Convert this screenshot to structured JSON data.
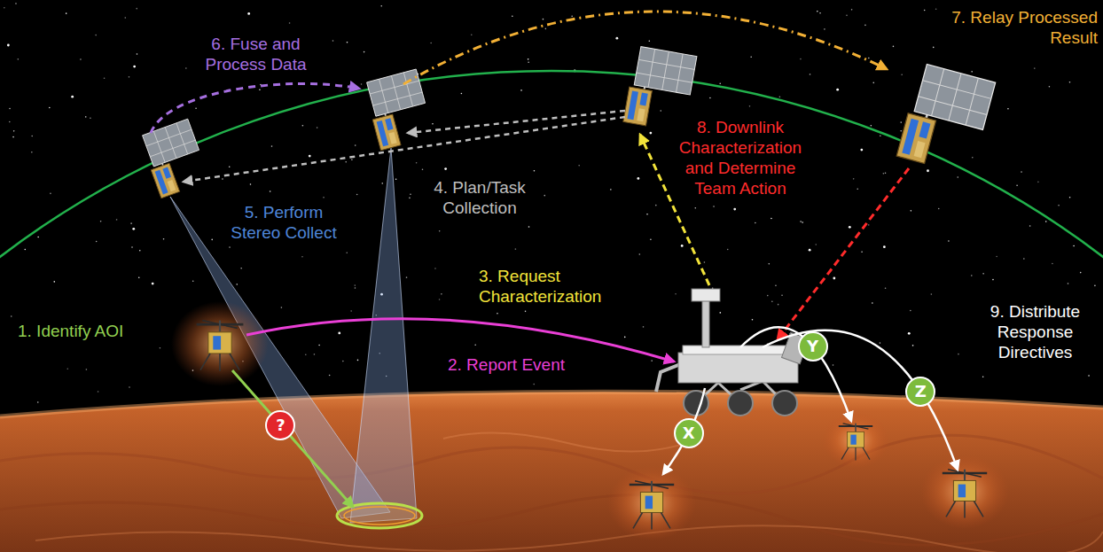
{
  "diagram": {
    "nodes": [
      {
        "text": [
          "?"
        ]
      },
      {
        "text": [
          "X"
        ]
      },
      {
        "text": [
          "Y"
        ]
      },
      {
        "text": [
          "Z"
        ]
      }
    ],
    "labels": [
      "1. Identify AOI",
      "2. Report Event",
      "3. Request Characterization",
      "4. Plan/Task Collection",
      "5. Perform Stereo Collect",
      "6. Fuse and Process Data",
      "7. Relay Processed Result",
      "8. Downlink Characterization and Determine Team Action",
      "9. Distribute Response Directives"
    ]
  }
}
